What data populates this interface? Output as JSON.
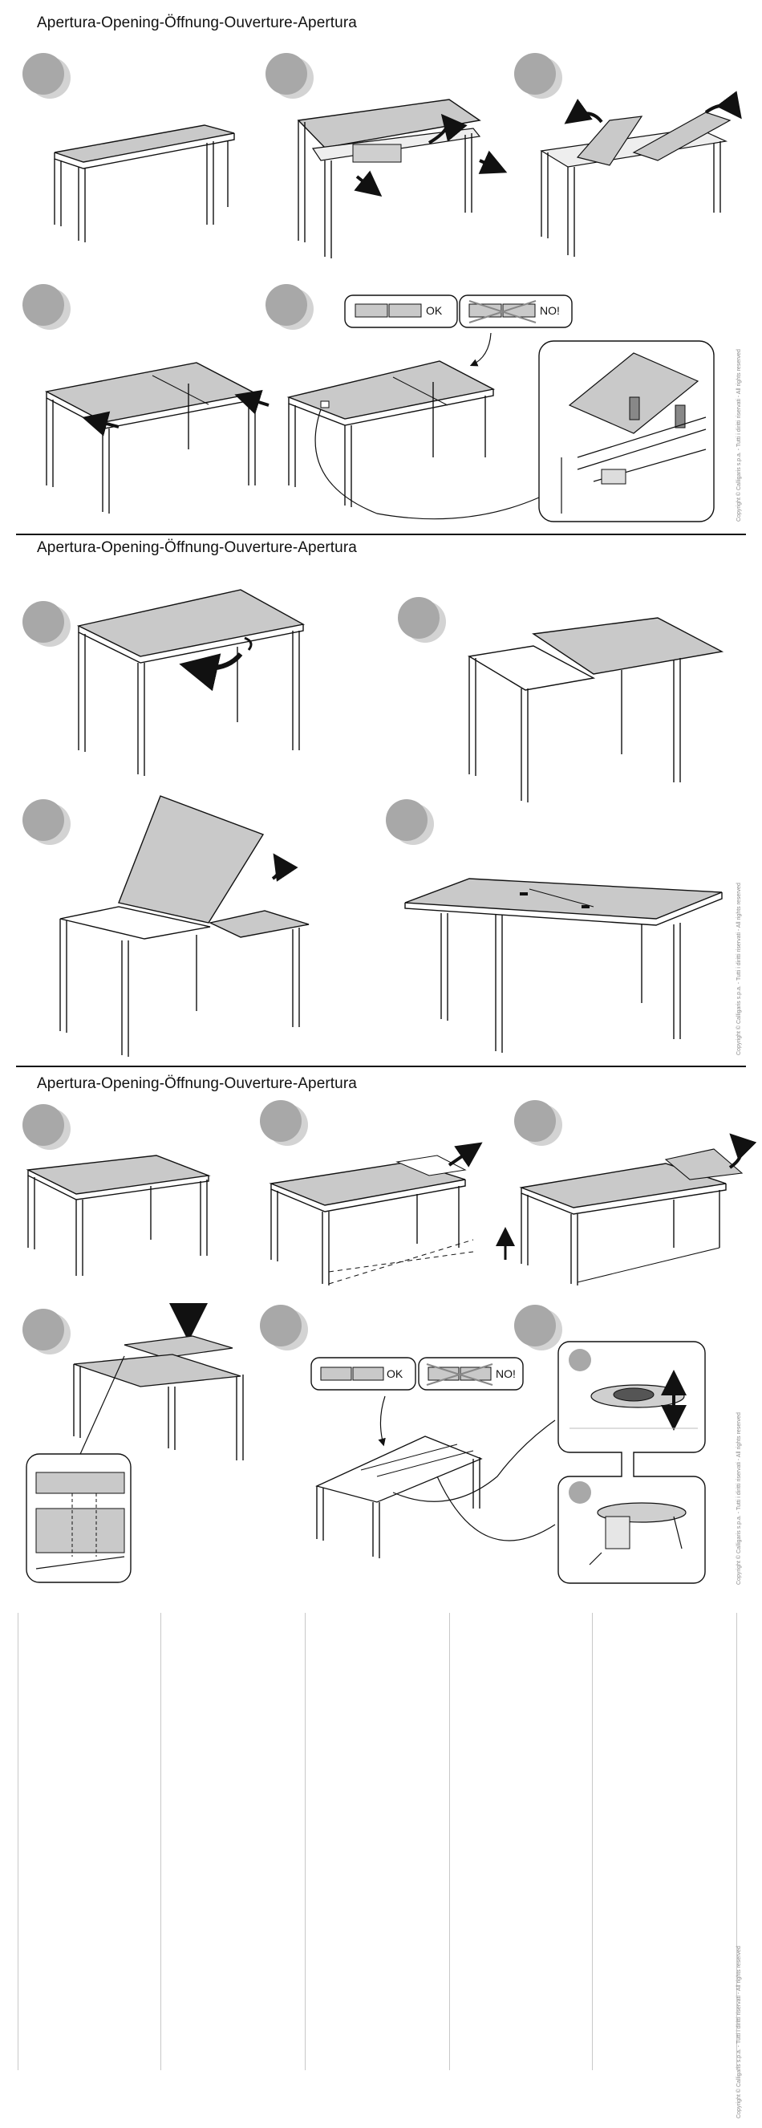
{
  "sections": [
    {
      "title": "Apertura-Opening-Öffnung-Ouverture-Apertura"
    },
    {
      "title": "Apertura-Opening-Öffnung-Ouverture-Apertura"
    },
    {
      "title": "Apertura-Opening-Öffnung-Ouverture-Apertura"
    }
  ],
  "callouts": {
    "ok_label_1": "OK",
    "no_label_1": "NO!",
    "ok_label_2": "OK",
    "no_label_2": "NO!"
  },
  "copyright": {
    "text_1": "Copyright © Calligaris s.p.a. - Tutti i diritti riservati - All rights reserved",
    "text_2": "Copyright © Calligaris s.p.a. - Tutti i diritti riservati - All rights reserved",
    "text_3": "Copyright © Calligaris s.p.a. - Tutti i diritti riservati - All rights reserved",
    "text_4": "Copyright © Calligaris s.p.a. - Tutti i diritti riservati - All rights reserved"
  },
  "colors": {
    "step_circle": "#a8a8a8",
    "step_circle_shadow": "#d3d3d3",
    "table_top": "#c9c9c9",
    "line": "#111111"
  }
}
